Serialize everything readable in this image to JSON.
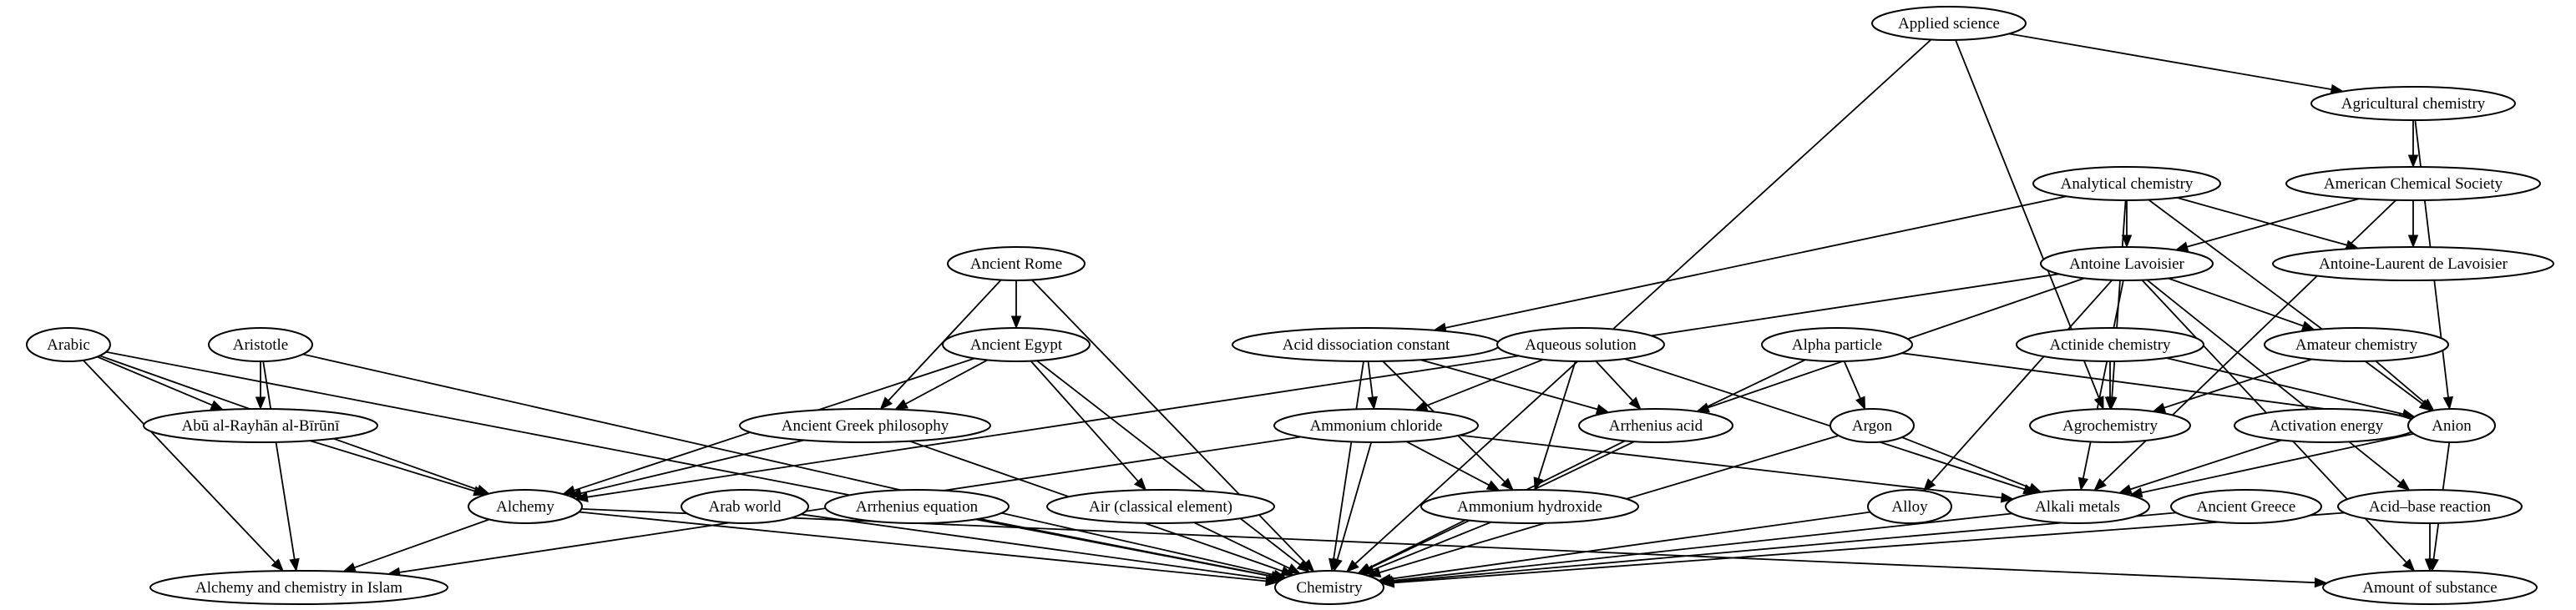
{
  "diagram": {
    "nodes": [
      {
        "id": "applied_science",
        "label": "Applied science"
      },
      {
        "id": "agricultural_chemistry",
        "label": "Agricultural chemistry"
      },
      {
        "id": "american_chemical_society",
        "label": "American Chemical Society"
      },
      {
        "id": "analytical_chemistry",
        "label": "Analytical chemistry"
      },
      {
        "id": "antoine_lavoisier",
        "label": "Antoine Lavoisier"
      },
      {
        "id": "antoine_laurent_de_lavoisier",
        "label": "Antoine-Laurent de Lavoisier"
      },
      {
        "id": "ancient_rome",
        "label": "Ancient Rome"
      },
      {
        "id": "arabic",
        "label": "Arabic"
      },
      {
        "id": "aristotle",
        "label": "Aristotle"
      },
      {
        "id": "ancient_egypt",
        "label": "Ancient Egypt"
      },
      {
        "id": "acid_dissociation_constant",
        "label": "Acid dissociation constant"
      },
      {
        "id": "aqueous_solution",
        "label": "Aqueous solution"
      },
      {
        "id": "alpha_particle",
        "label": "Alpha particle"
      },
      {
        "id": "actinide_chemistry",
        "label": "Actinide chemistry"
      },
      {
        "id": "amateur_chemistry",
        "label": "Amateur chemistry"
      },
      {
        "id": "abu_rayhan_al_biruni",
        "label": "Abū al-Rayhān al-Bīrūnī"
      },
      {
        "id": "ancient_greek_philosophy",
        "label": "Ancient Greek philosophy"
      },
      {
        "id": "ammonium_chloride",
        "label": "Ammonium chloride"
      },
      {
        "id": "arrhenius_acid",
        "label": "Arrhenius acid"
      },
      {
        "id": "argon",
        "label": "Argon"
      },
      {
        "id": "agrochemistry",
        "label": "Agrochemistry"
      },
      {
        "id": "activation_energy",
        "label": "Activation energy"
      },
      {
        "id": "anion",
        "label": "Anion"
      },
      {
        "id": "alchemy",
        "label": "Alchemy"
      },
      {
        "id": "arab_world",
        "label": "Arab world"
      },
      {
        "id": "arrhenius_equation",
        "label": "Arrhenius equation"
      },
      {
        "id": "air_classical_element",
        "label": "Air (classical element)"
      },
      {
        "id": "ammonium_hydroxide",
        "label": "Ammonium hydroxide"
      },
      {
        "id": "alloy",
        "label": "Alloy"
      },
      {
        "id": "alkali_metals",
        "label": "Alkali metals"
      },
      {
        "id": "ancient_greece",
        "label": "Ancient Greece"
      },
      {
        "id": "acid_base_reaction",
        "label": "Acid–base reaction"
      },
      {
        "id": "alchemy_and_chemistry_in_islam",
        "label": "Alchemy and chemistry in Islam"
      },
      {
        "id": "chemistry",
        "label": "Chemistry"
      },
      {
        "id": "amount_of_substance",
        "label": "Amount of substance"
      }
    ],
    "edges": [
      {
        "from": "applied_science",
        "to": "agricultural_chemistry"
      },
      {
        "from": "applied_science",
        "to": "agrochemistry"
      },
      {
        "from": "applied_science",
        "to": "chemistry"
      },
      {
        "from": "agricultural_chemistry",
        "to": "american_chemical_society"
      },
      {
        "from": "agricultural_chemistry",
        "to": "anion"
      },
      {
        "from": "american_chemical_society",
        "to": "antoine_lavoisier"
      },
      {
        "from": "american_chemical_society",
        "to": "antoine_laurent_de_lavoisier"
      },
      {
        "from": "american_chemical_society",
        "to": "alkali_metals"
      },
      {
        "from": "analytical_chemistry",
        "to": "antoine_lavoisier"
      },
      {
        "from": "analytical_chemistry",
        "to": "antoine_laurent_de_lavoisier"
      },
      {
        "from": "analytical_chemistry",
        "to": "acid_dissociation_constant"
      },
      {
        "from": "analytical_chemistry",
        "to": "agrochemistry"
      },
      {
        "from": "analytical_chemistry",
        "to": "anion"
      },
      {
        "from": "antoine_lavoisier",
        "to": "alchemy"
      },
      {
        "from": "antoine_lavoisier",
        "to": "arrhenius_acid"
      },
      {
        "from": "antoine_lavoisier",
        "to": "amateur_chemistry"
      },
      {
        "from": "antoine_lavoisier",
        "to": "alloy"
      },
      {
        "from": "antoine_lavoisier",
        "to": "alkali_metals"
      },
      {
        "from": "antoine_lavoisier",
        "to": "acid_base_reaction"
      },
      {
        "from": "antoine_lavoisier",
        "to": "amount_of_substance"
      },
      {
        "from": "ancient_rome",
        "to": "ancient_egypt"
      },
      {
        "from": "ancient_rome",
        "to": "ancient_greek_philosophy"
      },
      {
        "from": "ancient_rome",
        "to": "chemistry"
      },
      {
        "from": "arabic",
        "to": "abu_rayhan_al_biruni"
      },
      {
        "from": "arabic",
        "to": "alchemy"
      },
      {
        "from": "arabic",
        "to": "alchemy_and_chemistry_in_islam"
      },
      {
        "from": "arabic",
        "to": "chemistry"
      },
      {
        "from": "aristotle",
        "to": "abu_rayhan_al_biruni"
      },
      {
        "from": "aristotle",
        "to": "alchemy_and_chemistry_in_islam"
      },
      {
        "from": "aristotle",
        "to": "chemistry"
      },
      {
        "from": "ancient_egypt",
        "to": "ancient_greek_philosophy"
      },
      {
        "from": "ancient_egypt",
        "to": "alchemy"
      },
      {
        "from": "ancient_egypt",
        "to": "air_classical_element"
      },
      {
        "from": "ancient_egypt",
        "to": "chemistry"
      },
      {
        "from": "acid_dissociation_constant",
        "to": "ammonium_chloride"
      },
      {
        "from": "acid_dissociation_constant",
        "to": "arrhenius_acid"
      },
      {
        "from": "acid_dissociation_constant",
        "to": "ammonium_hydroxide"
      },
      {
        "from": "acid_dissociation_constant",
        "to": "chemistry"
      },
      {
        "from": "aqueous_solution",
        "to": "ammonium_chloride"
      },
      {
        "from": "aqueous_solution",
        "to": "arrhenius_acid"
      },
      {
        "from": "aqueous_solution",
        "to": "ammonium_hydroxide"
      },
      {
        "from": "aqueous_solution",
        "to": "alkali_metals"
      },
      {
        "from": "alpha_particle",
        "to": "argon"
      },
      {
        "from": "alpha_particle",
        "to": "anion"
      },
      {
        "from": "alpha_particle",
        "to": "chemistry"
      },
      {
        "from": "actinide_chemistry",
        "to": "agrochemistry"
      },
      {
        "from": "actinide_chemistry",
        "to": "anion"
      },
      {
        "from": "amateur_chemistry",
        "to": "agrochemistry"
      },
      {
        "from": "amateur_chemistry",
        "to": "anion"
      },
      {
        "from": "abu_rayhan_al_biruni",
        "to": "alchemy"
      },
      {
        "from": "ancient_greek_philosophy",
        "to": "alchemy"
      },
      {
        "from": "ancient_greek_philosophy",
        "to": "chemistry"
      },
      {
        "from": "ammonium_chloride",
        "to": "ammonium_hydroxide"
      },
      {
        "from": "ammonium_chloride",
        "to": "alkali_metals"
      },
      {
        "from": "ammonium_chloride",
        "to": "alchemy_and_chemistry_in_islam"
      },
      {
        "from": "ammonium_chloride",
        "to": "chemistry"
      },
      {
        "from": "arrhenius_acid",
        "to": "chemistry"
      },
      {
        "from": "argon",
        "to": "alkali_metals"
      },
      {
        "from": "argon",
        "to": "chemistry"
      },
      {
        "from": "activation_energy",
        "to": "alkali_metals"
      },
      {
        "from": "anion",
        "to": "alkali_metals"
      },
      {
        "from": "anion",
        "to": "amount_of_substance"
      },
      {
        "from": "alchemy",
        "to": "alchemy_and_chemistry_in_islam"
      },
      {
        "from": "alchemy",
        "to": "chemistry"
      },
      {
        "from": "alchemy",
        "to": "amount_of_substance"
      },
      {
        "from": "arab_world",
        "to": "chemistry"
      },
      {
        "from": "arrhenius_equation",
        "to": "chemistry"
      },
      {
        "from": "air_classical_element",
        "to": "chemistry"
      },
      {
        "from": "ammonium_hydroxide",
        "to": "chemistry"
      },
      {
        "from": "alloy",
        "to": "chemistry"
      },
      {
        "from": "alkali_metals",
        "to": "chemistry"
      },
      {
        "from": "ancient_greece",
        "to": "chemistry"
      },
      {
        "from": "acid_base_reaction",
        "to": "chemistry"
      },
      {
        "from": "acid_base_reaction",
        "to": "amount_of_substance"
      }
    ]
  }
}
